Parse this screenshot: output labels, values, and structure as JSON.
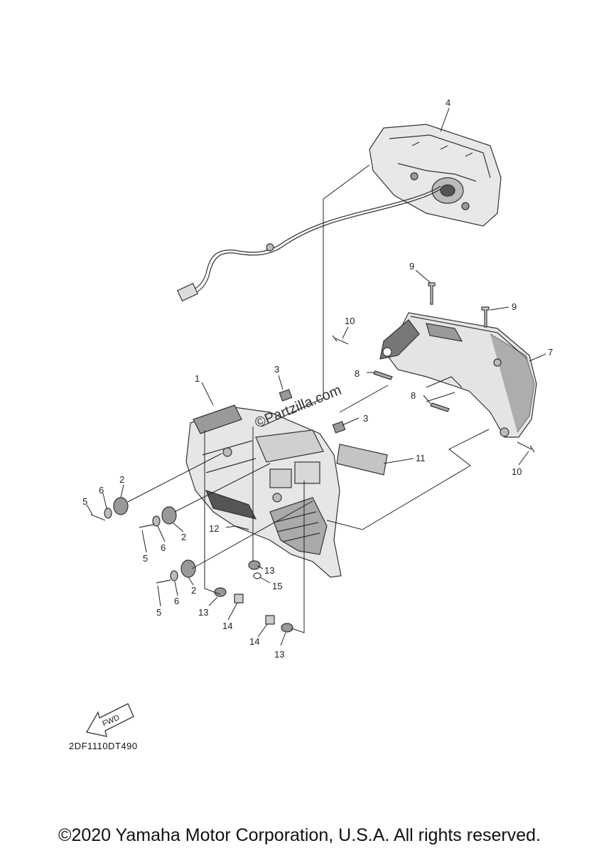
{
  "diagram": {
    "watermark": "©Partzilla.com",
    "fwd_label": "FWD",
    "drawing_code": "2DF1110DT490",
    "callouts": [
      "1",
      "2",
      "2",
      "2",
      "3",
      "3",
      "4",
      "5",
      "5",
      "5",
      "6",
      "6",
      "6",
      "7",
      "8",
      "8",
      "9",
      "9",
      "10",
      "10",
      "11",
      "12",
      "13",
      "13",
      "13",
      "14",
      "14",
      "15"
    ]
  },
  "footer": {
    "copyright": "©2020 Yamaha Motor Corporation, U.S.A. All rights reserved."
  },
  "colors": {
    "line": "#222222",
    "part_fill": "#e6e6e6",
    "part_dark": "#9a9a9a"
  }
}
